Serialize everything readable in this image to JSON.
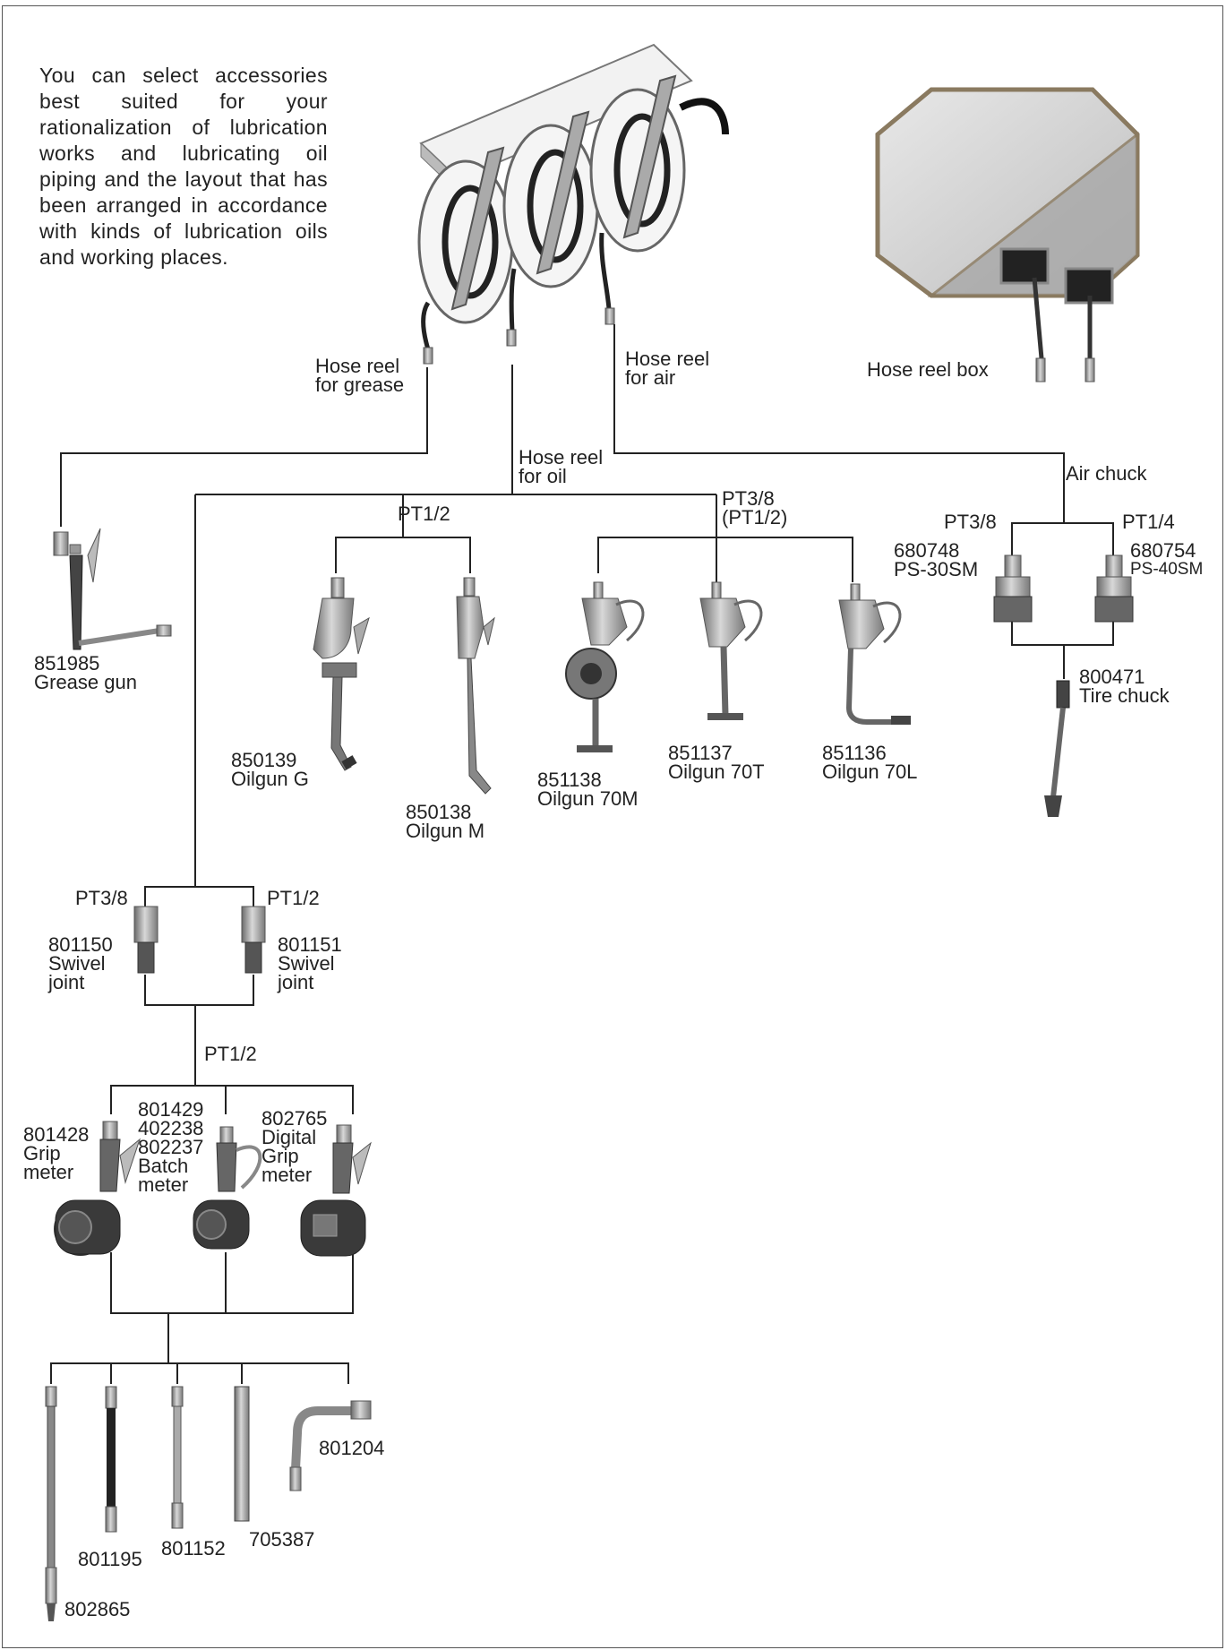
{
  "intro_text": "You can select accessories best suited for your rationalization of lubrication works and lubricating oil piping and the layout that has been arranged in accordance with kinds of lubrication oils and working places.",
  "reels": {
    "grease": [
      "Hose reel",
      "for grease"
    ],
    "oil": [
      "Hose reel",
      "for oil"
    ],
    "air": [
      "Hose reel",
      "for air"
    ],
    "box": "Hose reel box"
  },
  "grease_gun": {
    "code": "851985",
    "name": "Grease gun"
  },
  "oil_branch": {
    "pt_left": "PT1/2",
    "pt_right": [
      "PT3/8",
      "(PT1/2)"
    ],
    "oilguns": [
      {
        "code": "850139",
        "name": "Oilgun G"
      },
      {
        "code": "850138",
        "name": "Oilgun M"
      },
      {
        "code": "851138",
        "name": "Oilgun 70M"
      },
      {
        "code": "851137",
        "name": "Oilgun 70T"
      },
      {
        "code": "851136",
        "name": "Oilgun 70L"
      }
    ]
  },
  "air_branch": {
    "label": "Air chuck",
    "pt_left": "PT3/8",
    "pt_right": "PT1/4",
    "chuck_left": {
      "code": "680748",
      "model": "PS-30SM"
    },
    "chuck_right": {
      "code": "680754",
      "model": "PS-40SM"
    },
    "tire_chuck": {
      "code": "800471",
      "name": "Tire chuck"
    }
  },
  "swivel": {
    "pt_left": "PT3/8",
    "pt_right": "PT1/2",
    "left": {
      "code": "801150",
      "name": [
        "Swivel",
        "joint"
      ]
    },
    "right": {
      "code": "801151",
      "name": [
        "Swivel",
        "joint"
      ]
    },
    "pt_below": "PT1/2"
  },
  "meters": [
    {
      "lines": [
        "801428",
        "Grip",
        "meter"
      ]
    },
    {
      "lines": [
        "801429",
        "402238",
        "802237",
        "Batch",
        "meter"
      ]
    },
    {
      "lines": [
        "802765",
        "Digital",
        "Grip",
        "meter"
      ]
    }
  ],
  "nozzles": [
    "802865",
    "801195",
    "801152",
    "705387",
    "801204"
  ]
}
